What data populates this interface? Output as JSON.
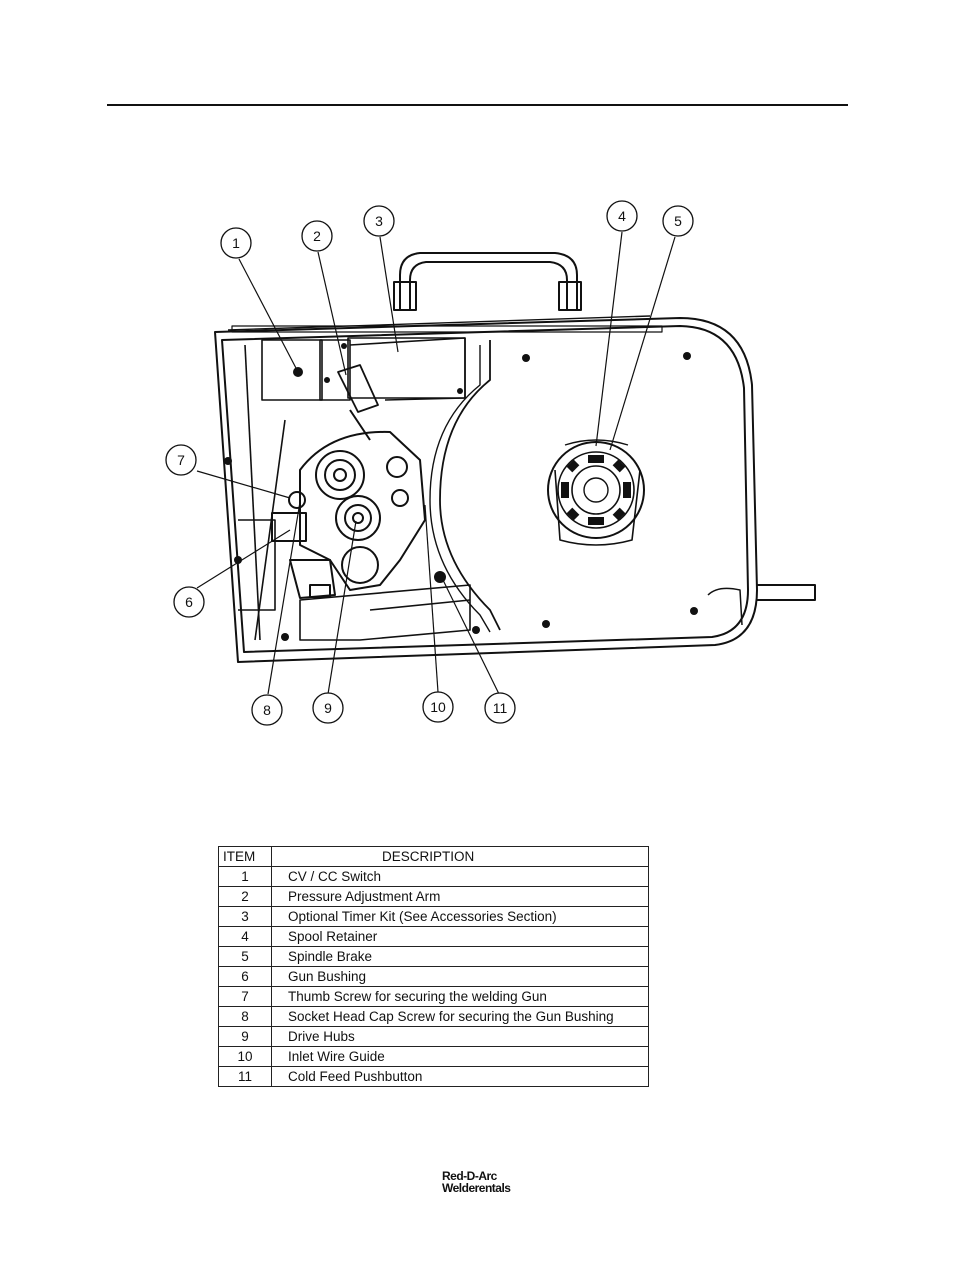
{
  "callouts": [
    "1",
    "2",
    "3",
    "4",
    "5",
    "6",
    "7",
    "8",
    "9",
    "10",
    "11"
  ],
  "table": {
    "headers": [
      "ITEM",
      "DESCRIPTION"
    ],
    "rows": [
      {
        "item": "1",
        "description": "CV / CC Switch"
      },
      {
        "item": "2",
        "description": "Pressure Adjustment Arm"
      },
      {
        "item": "3",
        "description": "Optional Timer Kit (See Accessories Section)"
      },
      {
        "item": "4",
        "description": "Spool Retainer"
      },
      {
        "item": "5",
        "description": "Spindle Brake"
      },
      {
        "item": "6",
        "description": "Gun Bushing"
      },
      {
        "item": "7",
        "description": "Thumb Screw for securing the welding Gun"
      },
      {
        "item": "8",
        "description": "Socket Head Cap Screw for securing the Gun Bushing"
      },
      {
        "item": "9",
        "description": "Drive Hubs"
      },
      {
        "item": "10",
        "description": "Inlet Wire Guide"
      },
      {
        "item": "11",
        "description": "Cold Feed Pushbutton"
      }
    ]
  },
  "footer": {
    "logo_line1": "Red-D-Arc",
    "logo_line2": "Welderentals"
  }
}
